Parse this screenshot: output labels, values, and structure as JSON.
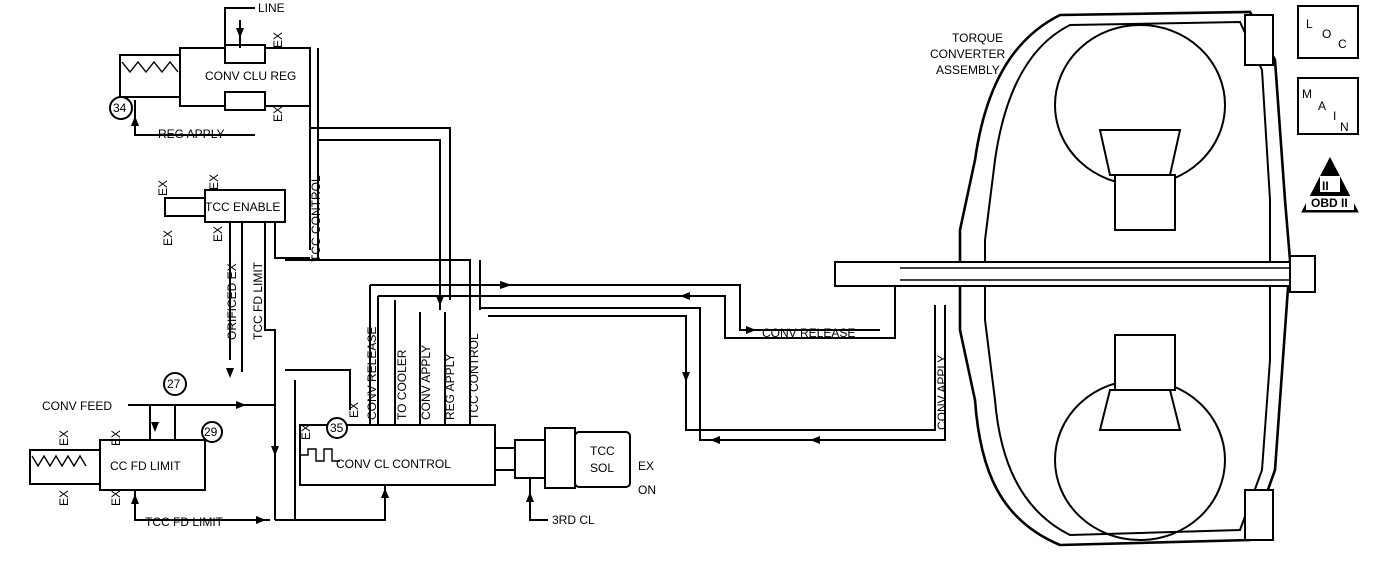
{
  "labels": {
    "line": "LINE",
    "conv_clu_reg": "CONV CLU REG",
    "reg_apply_top": "REG APPLY",
    "tcc_enable": "TCC ENABLE",
    "tcc_control_v": "TCC CONTROL",
    "orificed_ex": "ORIFICED EX",
    "tcc_fd_limit_v": "TCC FD LIMIT",
    "conv_release_v": "CONV RELEASE",
    "to_cooler": "TO COOLER",
    "conv_apply_v": "CONV APPLY",
    "reg_apply_v": "REG APPLY",
    "tcc_control_v2": "TCC CONTROL",
    "conv_feed": "CONV FEED",
    "cc_fd_limit": "CC FD LIMIT",
    "tcc_fd_limit_h": "TCC FD LIMIT",
    "conv_cl_control": "CONV CL CONTROL",
    "tcc_sol_1": "TCC",
    "tcc_sol_2": "SOL",
    "ex_sol": "EX",
    "on": "ON",
    "third_cl": "3RD CL",
    "conv_release_h": "CONV RELEASE",
    "conv_apply_h": "CONV APPLY",
    "torque_1": "TORQUE",
    "torque_2": "CONVERTER",
    "torque_3": "ASSEMBLY",
    "ex": "EX"
  },
  "checkballs": [
    "34",
    "27",
    "29",
    "35"
  ],
  "loc_letters": [
    "L",
    "O",
    "C"
  ],
  "main_letters": [
    "M",
    "A",
    "I",
    "N"
  ],
  "obd": {
    "numeral": "II",
    "text": "OBD II"
  }
}
